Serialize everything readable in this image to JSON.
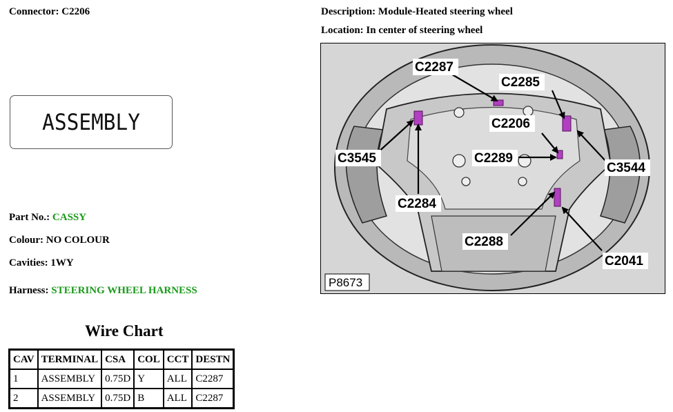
{
  "connector": {
    "label": "Connector:",
    "value": "C2206"
  },
  "description": {
    "label": "Description:",
    "value": "Module-Heated steering wheel"
  },
  "location": {
    "label": "Location:",
    "value": "In center of steering wheel"
  },
  "assembly_image_text": "ASSEMBLY",
  "part_no": {
    "label": "Part No.:",
    "value": "CASSY"
  },
  "colour": {
    "label": "Colour:",
    "value": "NO COLOUR"
  },
  "cavities": {
    "label": "Cavities:",
    "value": "1WY"
  },
  "harness": {
    "label": "Harness:",
    "value": "STEERING WHEEL HARNESS"
  },
  "wire_chart": {
    "title": "Wire Chart",
    "headers": [
      "CAV",
      "TERMINAL",
      "CSA",
      "COL",
      "CCT",
      "DESTN"
    ],
    "rows": [
      [
        "1",
        "ASSEMBLY",
        "0.75D",
        "Y",
        "ALL",
        "C2287"
      ],
      [
        "2",
        "ASSEMBLY",
        "0.75D",
        "B",
        "ALL",
        "C2287"
      ]
    ]
  },
  "diagram": {
    "figure_id": "P8673",
    "callouts": [
      "C2287",
      "C2285",
      "C2206",
      "C3545",
      "C2289",
      "C3544",
      "C2284",
      "C2288",
      "C2041"
    ]
  },
  "colors": {
    "link_green": "#1a9a1a",
    "connector_purple": "#b040c0"
  }
}
